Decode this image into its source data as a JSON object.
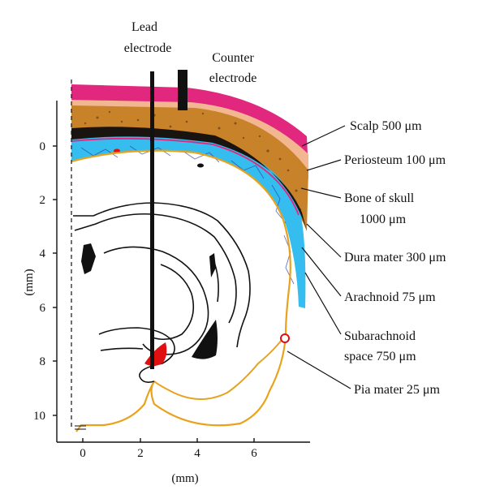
{
  "labels": {
    "lead_electrode": [
      "Lead",
      "electrode"
    ],
    "counter_electrode": [
      "Counter",
      "electrode"
    ],
    "scalp": "Scalp 500 μm",
    "periosteum": "Periosteum 100 μm",
    "bone": [
      "Bone of skull",
      "1000 μm"
    ],
    "dura": "Dura mater 300 μm",
    "arachnoid": "Arachnoid 75 μm",
    "subarachnoid": [
      "Subarachnoid",
      "space 750 μm"
    ],
    "pia": "Pia mater 25 μm"
  },
  "axes": {
    "y_label": "(mm)",
    "y_ticks": [
      "0",
      "2",
      "4",
      "6",
      "8",
      "10"
    ],
    "x_label": "(mm)",
    "x_ticks": [
      "0",
      "2",
      "4",
      "6"
    ]
  },
  "colors": {
    "scalp": "#e2277f",
    "periosteum": "#f2b690",
    "bone": "#c8822a",
    "dura": "#1a1410",
    "subarachnoid": "#35bdf0",
    "pia": "#e8a21c",
    "electrode": "#111111",
    "stimulus_spot": "#e01010"
  }
}
